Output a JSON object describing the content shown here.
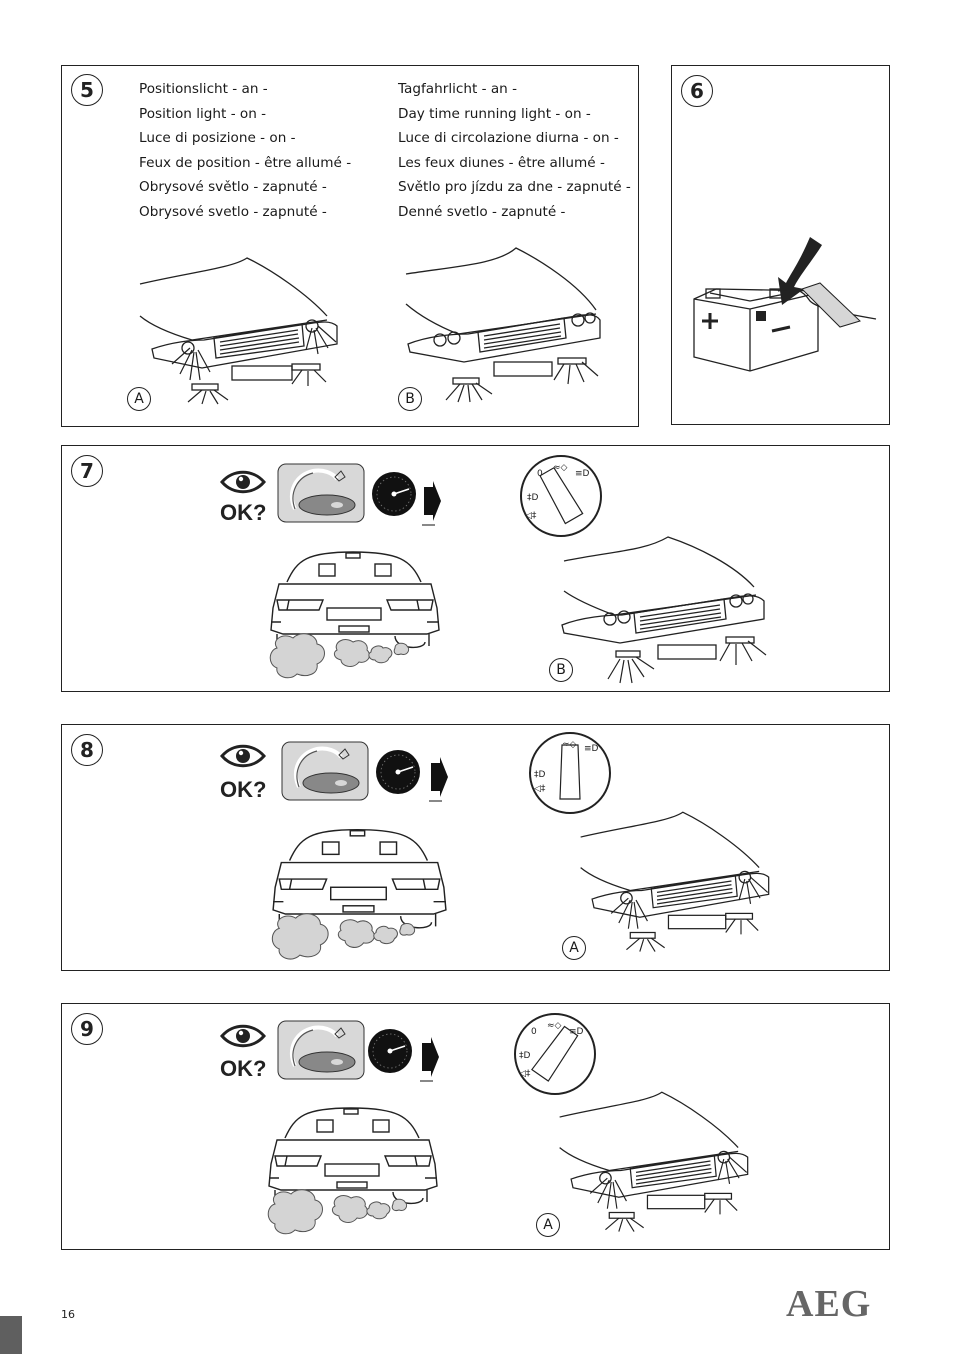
{
  "steps": {
    "s5": {
      "number": "5",
      "col_left": [
        "Positionslicht - an -",
        "Position light - on -",
        "Luce di posizione - on -",
        "Feux de position - être allumé -",
        "Obrysové světlo - zapnuté -",
        "Obrysové svetlo - zapnuté -"
      ],
      "col_right": [
        "Tagfahrlicht - an -",
        "Day time running light - on -",
        "Luce di circolazione diurna - on -",
        "Les feux diunes - être allumé -",
        "Světlo pro jízdu za dne - zapnuté -",
        "Denné svetlo - zapnuté -"
      ],
      "callout_a": "A",
      "callout_b": "B"
    },
    "s6": {
      "number": "6"
    },
    "s7": {
      "number": "7",
      "ok": "OK?",
      "callout": "B"
    },
    "s8": {
      "number": "8",
      "ok": "OK?",
      "callout": "A"
    },
    "s9": {
      "number": "9",
      "ok": "OK?",
      "callout": "A"
    }
  },
  "footer": {
    "page_number": "16",
    "brand": "AEG"
  }
}
